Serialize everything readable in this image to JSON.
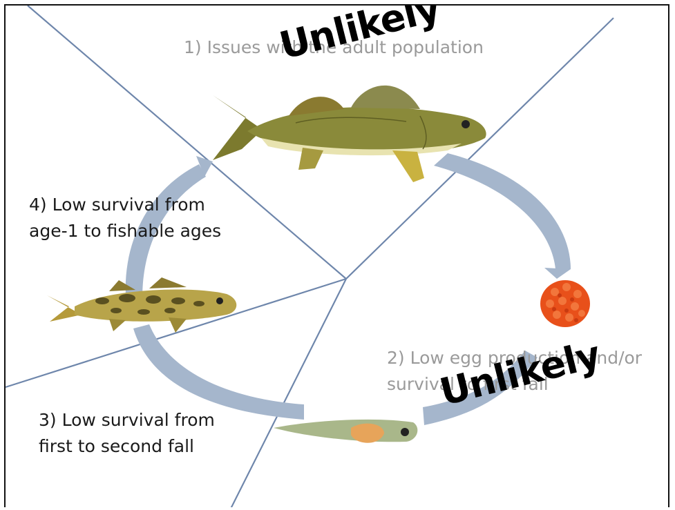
{
  "stages": {
    "stage1": {
      "text": "1) Issues with the adult population"
    },
    "stage2": {
      "line1": "2) Low egg production and/or",
      "line2": "survival to first fall"
    },
    "stage3": {
      "line1": "3) Low survival from",
      "line2": "first to second fall"
    },
    "stage4": {
      "line1": "4) Low survival from",
      "line2": "age-1 to fishable ages"
    }
  },
  "verdicts": {
    "top": "Unlikely",
    "right": "Unlikely"
  },
  "colors": {
    "cycle_arrow": "#a5b6cc",
    "divider": "#6e86ab",
    "egg": "#e8501a",
    "adult_fish": "#8a8a3a"
  },
  "icons": [
    "adult-walleye-icon",
    "egg-mass-icon",
    "larval-fish-icon",
    "juvenile-walleye-icon"
  ]
}
